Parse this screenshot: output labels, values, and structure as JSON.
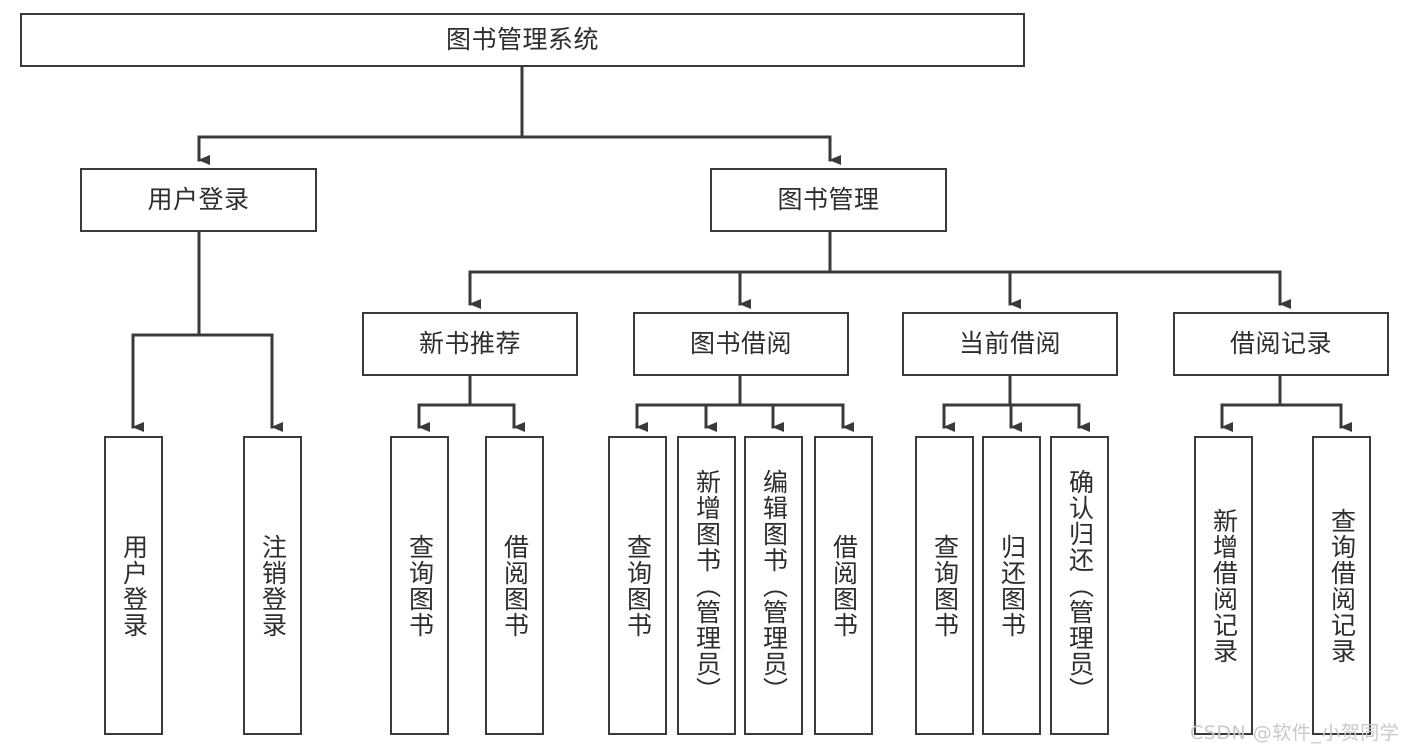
{
  "diagram": {
    "title": "图书管理系统",
    "type": "tree-hierarchy-diagram",
    "orientation": "top-down",
    "colors": {
      "border": "#3a3a3a",
      "text": "#2e2e2e",
      "background": "#ffffff",
      "edge": "#3a3a3a",
      "watermark": "#c9c9c9"
    }
  },
  "root": {
    "label": "图书管理系统"
  },
  "level2": [
    {
      "label": "用户登录"
    },
    {
      "label": "图书管理"
    }
  ],
  "level3": [
    {
      "label": "新书推荐"
    },
    {
      "label": "图书借阅"
    },
    {
      "label": "当前借阅"
    },
    {
      "label": "借阅记录"
    }
  ],
  "leaves": {
    "user_login": [
      {
        "label": "用户登录"
      },
      {
        "label": "注销登录"
      }
    ],
    "new_book_recommend": [
      {
        "label": "查询图书"
      },
      {
        "label": "借阅图书"
      }
    ],
    "book_borrow": [
      {
        "label": "查询图书"
      },
      {
        "label": "新增图书（管理员）"
      },
      {
        "label": "编辑图书（管理员）"
      },
      {
        "label": "借阅图书"
      }
    ],
    "current_borrow": [
      {
        "label": "查询图书"
      },
      {
        "label": "归还图书"
      },
      {
        "label": "确认归还（管理员）"
      }
    ],
    "borrow_record": [
      {
        "label": "新增借阅记录"
      },
      {
        "label": "查询借阅记录"
      }
    ]
  },
  "watermark": {
    "text": "CSDN @软件_小贺同学"
  }
}
